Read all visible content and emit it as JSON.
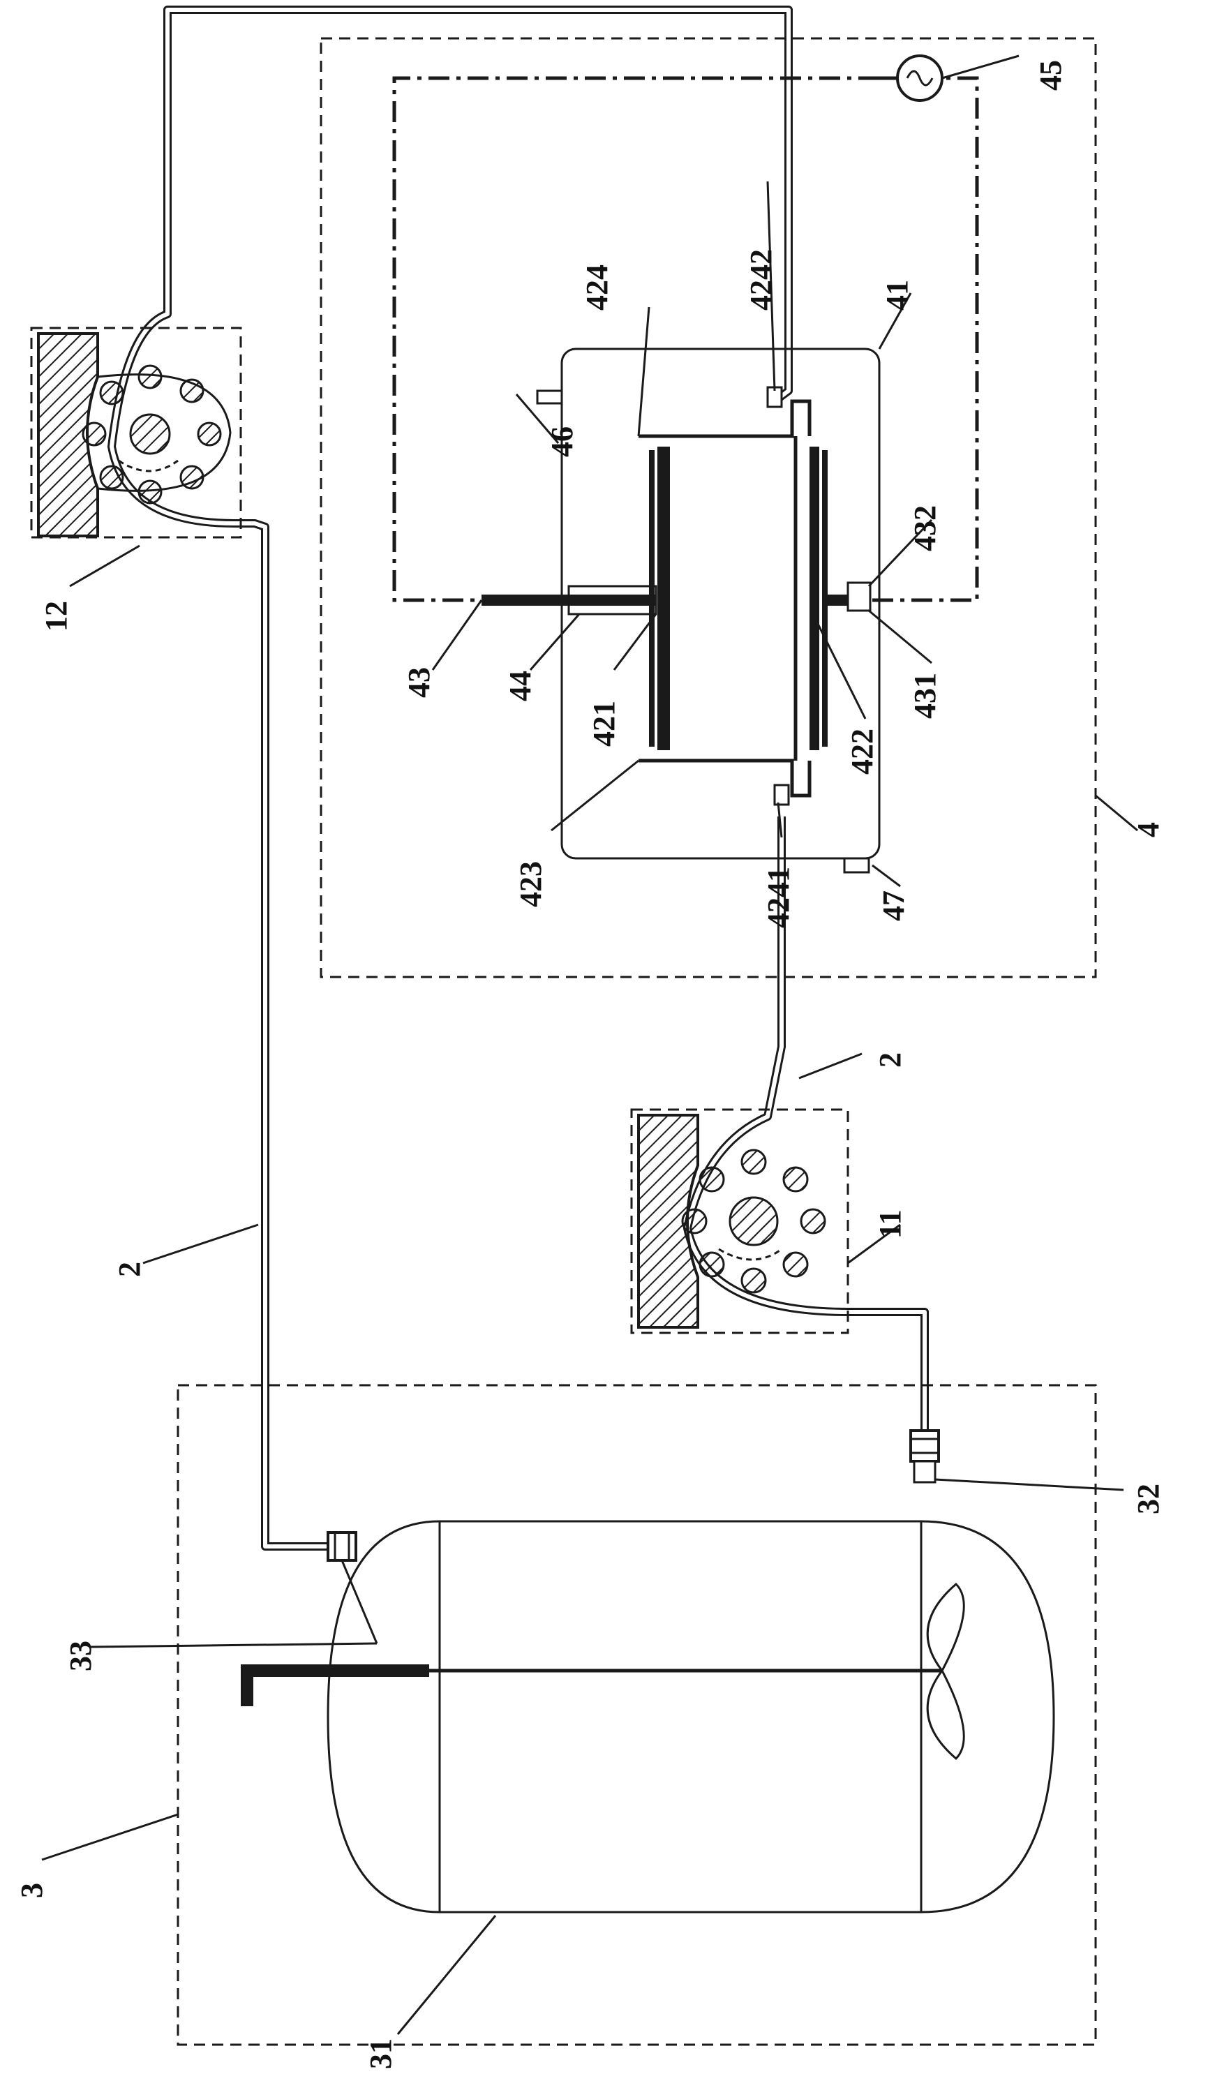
{
  "labels": {
    "pump_top": "12",
    "pump_bottom": "11",
    "pipe_left": "2",
    "pipe_right": "2",
    "tank_system": "3",
    "tank_body": "31",
    "tank_outlet": "32",
    "tank_inlet": "33",
    "reactor_system": "4",
    "reactor_vessel": "41",
    "plate_top": "421",
    "plate_bottom": "422",
    "frame_left": "423",
    "frame_right": "424",
    "inlet_port": "4241",
    "outlet_port": "4242",
    "electrode_left": "43",
    "electrode_right_a": "431",
    "electrode_right_b": "432",
    "sleeve": "44",
    "power_supply": "45",
    "vent_port": "46",
    "drain_port": "47"
  },
  "icons": {
    "power_supply_symbol": "ac-source-icon",
    "stirrer": "propeller-icon",
    "rotor_arrow": "rotation-arrow-icon"
  }
}
